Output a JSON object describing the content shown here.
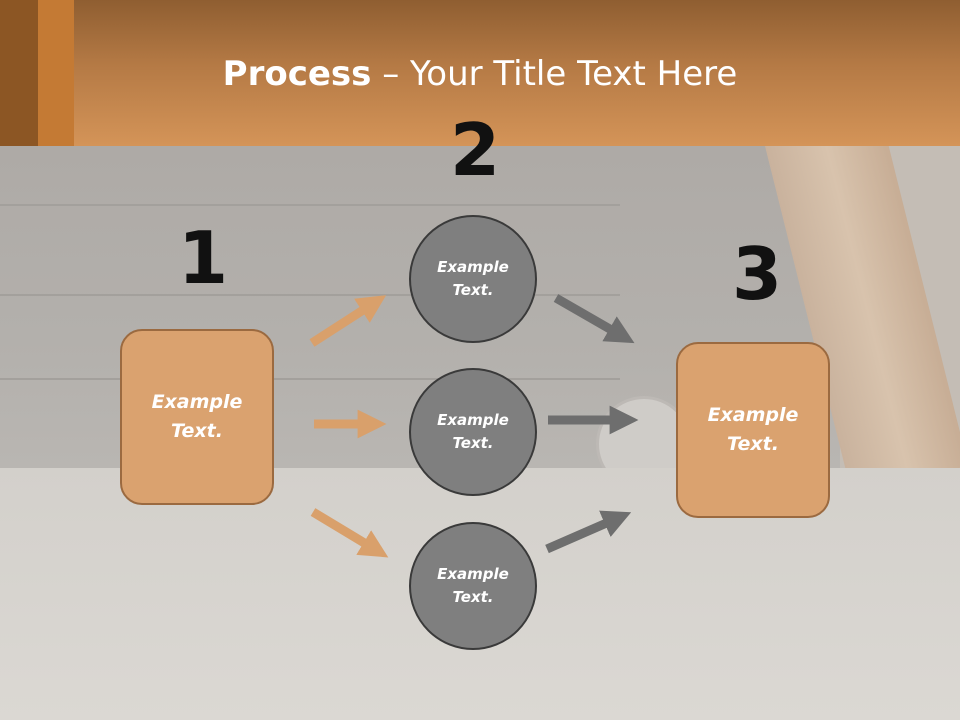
{
  "title": {
    "bold": "Process",
    "dash": " – ",
    "rest": "Your Title Text Here"
  },
  "steps": [
    {
      "number": "1",
      "box_text": "Example Text."
    },
    {
      "number": "2",
      "circles": [
        "Example Text.",
        "Example Text.",
        "Example Text."
      ]
    },
    {
      "number": "3",
      "box_text": "Example Text."
    }
  ],
  "colors": {
    "header": "#c98b51",
    "box_fill": "#daa26f",
    "box_border": "#9b6a40",
    "circle_fill": "#7f7f7f",
    "circle_border": "#3a3a3a",
    "arrow_orange": "#d9a06b",
    "arrow_gray": "#6e6e6e"
  }
}
